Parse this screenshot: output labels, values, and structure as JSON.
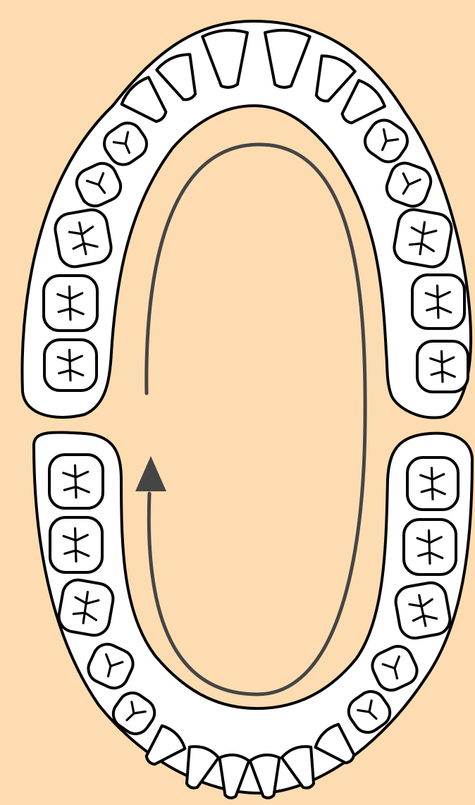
{
  "diagram": {
    "subject": "dental-arches-occlusal-view",
    "colors": {
      "background": "#FDDCB1",
      "gum": "#FFFFFF",
      "outline": "#000000",
      "tooth": "#FFFFFF",
      "arrow": "#454545"
    },
    "upper_arch_teeth": [
      "left-third-molar",
      "left-second-molar",
      "left-first-molar",
      "left-second-premolar",
      "left-first-premolar",
      "left-canine",
      "left-lateral-incisor",
      "left-central-incisor",
      "right-central-incisor",
      "right-lateral-incisor",
      "right-canine",
      "right-first-premolar",
      "right-second-premolar",
      "right-first-molar",
      "right-second-molar",
      "right-third-molar"
    ],
    "lower_arch_teeth": [
      "left-third-molar",
      "left-second-molar",
      "left-first-molar",
      "left-second-premolar",
      "left-first-premolar",
      "left-canine",
      "left-lateral-incisor",
      "left-central-incisor",
      "right-central-incisor",
      "right-lateral-incisor",
      "right-canine",
      "right-first-premolar",
      "right-second-premolar",
      "right-first-molar",
      "right-second-molar",
      "right-third-molar"
    ],
    "arrow": {
      "direction": "clockwise",
      "icon": "circular-arrow-icon"
    }
  }
}
